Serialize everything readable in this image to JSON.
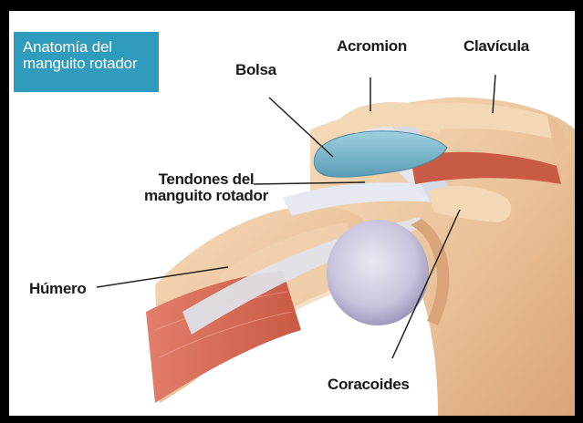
{
  "figure": {
    "title": "Anatomía del\nmanguito rotador",
    "labels": {
      "acromion": "Acromion",
      "clavicula": "Clavícula",
      "bolsa": "Bolsa",
      "tendones": "Tendones del\nmanguito rotador",
      "humero": "Húmero",
      "coracoides": "Coracoides"
    }
  },
  "colors": {
    "title_bg": "#2f9bbd",
    "bone": "#ecc7a0",
    "muscle": "#d4664f",
    "bursa": "#79b7cc",
    "cartilage": "#c7c3dd",
    "tendon": "#dfe3ec"
  }
}
